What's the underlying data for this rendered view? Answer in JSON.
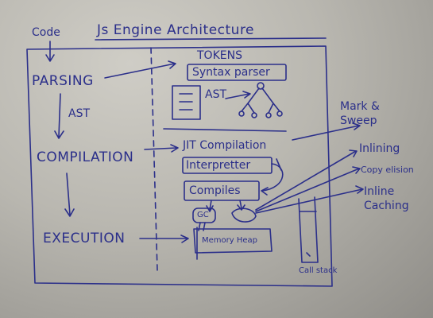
{
  "title": {
    "code": "Code",
    "main": "Js Engine Architecture"
  },
  "stages": {
    "parsing": "PARSING",
    "ast_arrow_label": "AST",
    "compilation": "COMPILATION",
    "execution": "EXECUTION"
  },
  "parsing_outputs": {
    "tokens": "TOKENS",
    "syntax_parser": "Syntax parser",
    "ast": "AST"
  },
  "compilation_outputs": {
    "jit": "JIT Compilation",
    "interpreter": "Interpretter",
    "compiler": "Compiles"
  },
  "execution_outputs": {
    "gc": "GC",
    "memory_heap": "Memory Heap",
    "call_stack": "Call stack"
  },
  "optimizations": {
    "mark_sweep": "Mark & Sweep",
    "inlining": "Inlining",
    "copy_elision": "Copy elision",
    "inline_caching": "Inline Caching"
  },
  "colors": {
    "ink": "#2b2f8a",
    "paper": "#c4c2bb"
  }
}
